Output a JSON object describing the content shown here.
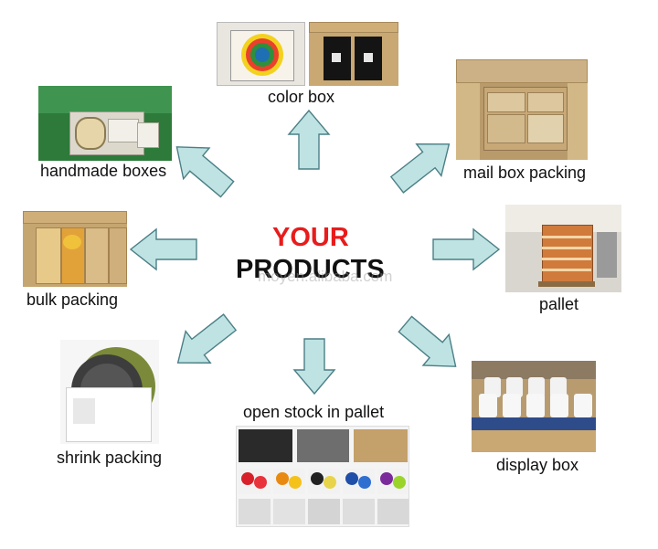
{
  "center": {
    "line1": "YOUR",
    "line2": "PRODUCTS",
    "watermark": "moyen.alibaba.com"
  },
  "nodes": {
    "color_box": "color box",
    "mail_box": "mail box packing",
    "pallet": "pallet",
    "display_box": "display box",
    "open_stock": "open stock in pallet",
    "shrink": "shrink packing",
    "bulk": "bulk packing",
    "handmade": "handmade boxes"
  },
  "colors": {
    "arrow_fill": "#bfe3e3",
    "arrow_stroke": "#4b7f86",
    "title_red": "#e81c1c",
    "title_black": "#111111"
  }
}
